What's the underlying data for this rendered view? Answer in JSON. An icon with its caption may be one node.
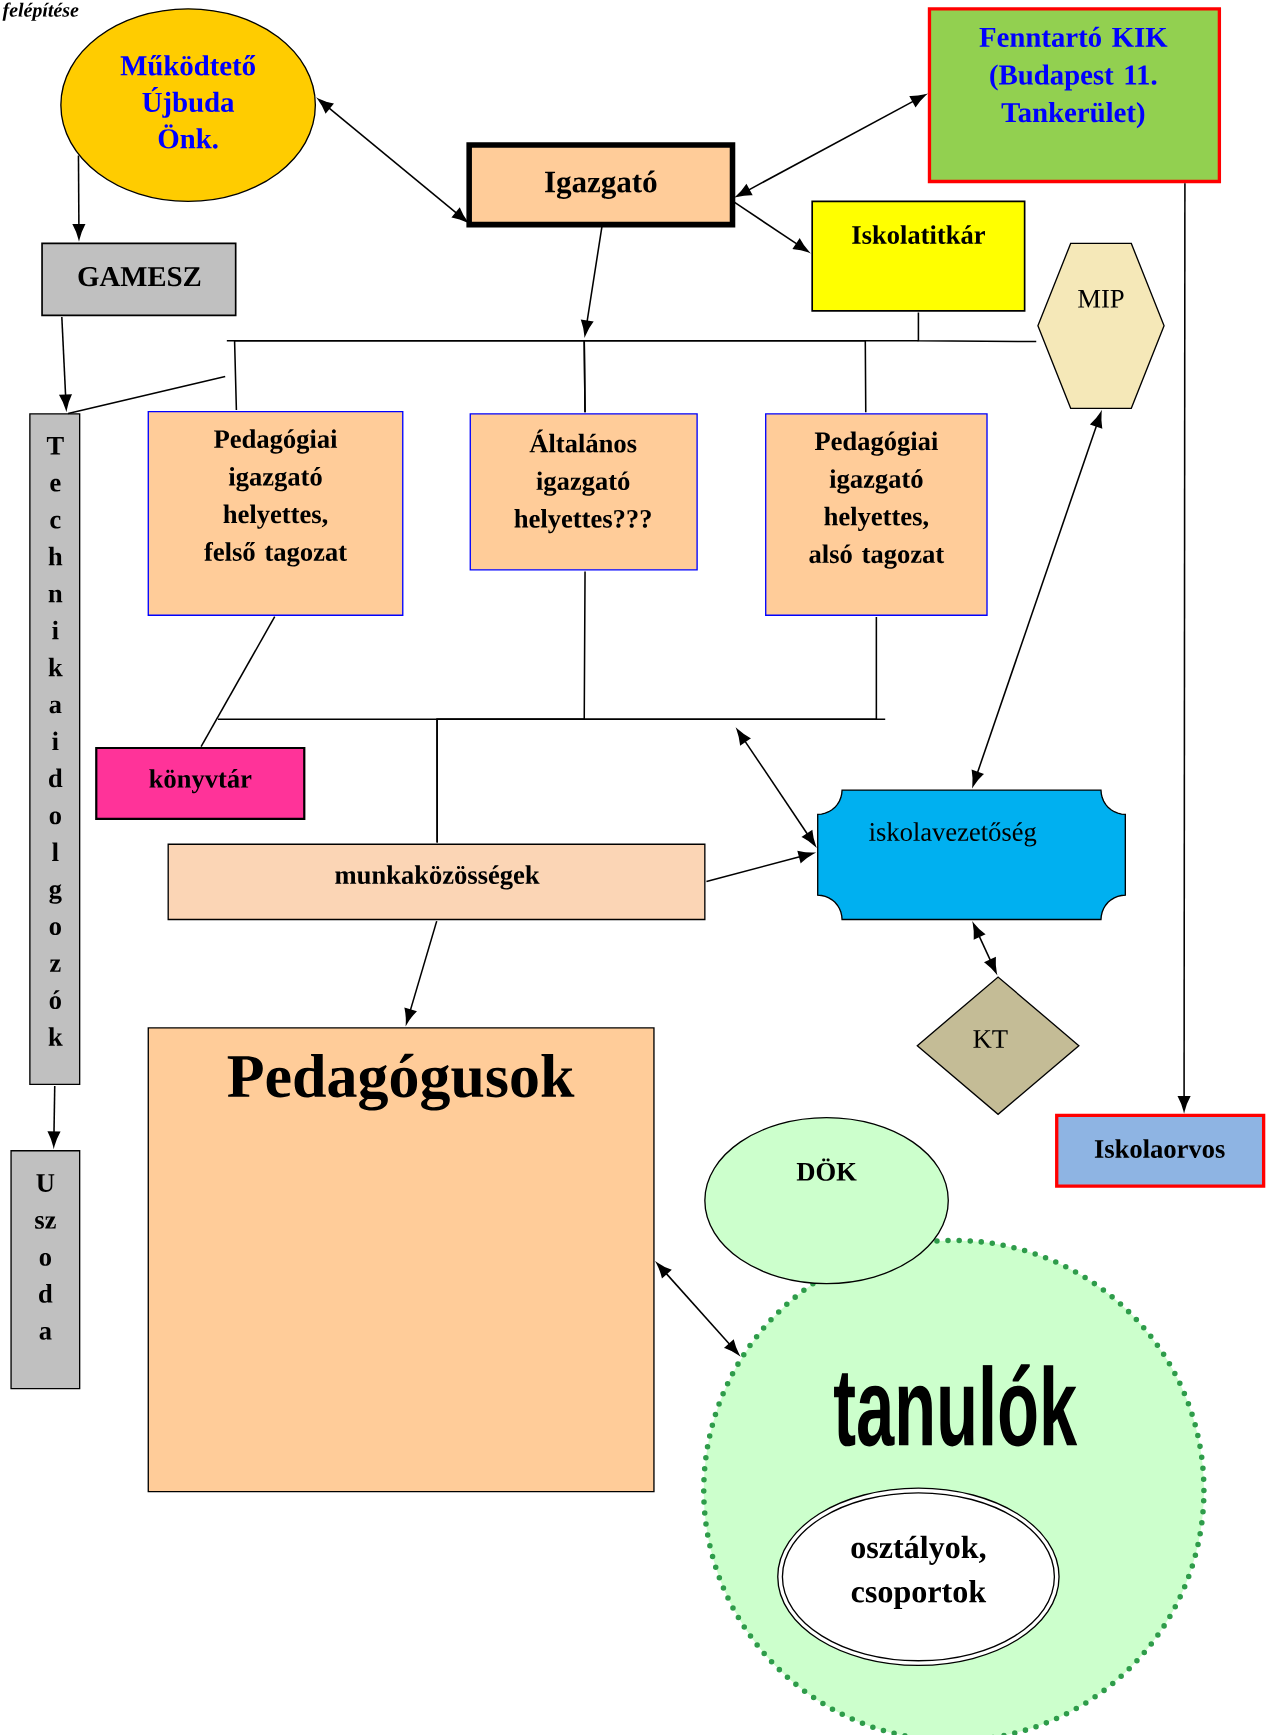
{
  "diagram": {
    "nodes": [
      {
        "text": [
          "Működtető Újbuda Önk."
        ]
      },
      {
        "text": [
          "Fenntartó KIK (Budapest 11. Tankerület)"
        ]
      },
      {
        "text": [
          "Igazgató"
        ]
      },
      {
        "text": [
          "GAMESZ"
        ]
      },
      {
        "text": [
          "Iskolatitkár"
        ]
      },
      {
        "text": [
          "MIP"
        ]
      },
      {
        "text": [
          "Technikai dolgozók"
        ]
      },
      {
        "text": [
          "Uszoda"
        ]
      },
      {
        "text": [
          "Pedagógiai igazgató helyettes, felső tagozat"
        ]
      },
      {
        "text": [
          "Általános igazgató helyettes???"
        ]
      },
      {
        "text": [
          "Pedagógiai igazgató helyettes, alsó tagozat"
        ]
      },
      {
        "text": [
          "könyvtár"
        ]
      },
      {
        "text": [
          "iskolavezetőség"
        ]
      },
      {
        "text": [
          "munkaközösségek"
        ]
      },
      {
        "text": [
          "KT"
        ]
      },
      {
        "text": [
          "Pedagógusok"
        ]
      },
      {
        "text": [
          "Iskolaorvos"
        ]
      },
      {
        "text": [
          "DÖK"
        ]
      },
      {
        "text": [
          "tanulók"
        ]
      },
      {
        "text": [
          "osztályok, csoportok"
        ],
        "in": 18
      }
    ],
    "edges": [
      {
        "from": 0,
        "to": 2,
        "arrow": "both"
      },
      {
        "from": 1,
        "to": 2,
        "arrow": "both"
      },
      {
        "from": 2,
        "to": 4,
        "arrow": "to"
      },
      {
        "from": 2,
        "to": null,
        "arrow": "to"
      },
      {
        "from": 8,
        "to": 9,
        "arrow": "none"
      },
      {
        "from": 9,
        "to": 10,
        "arrow": "none"
      },
      {
        "from": 4,
        "to": 5,
        "arrow": "none"
      },
      {
        "from": 0,
        "to": 3,
        "arrow": "to"
      },
      {
        "from": 3,
        "to": 6,
        "arrow": "to"
      },
      {
        "from": 6,
        "to": null,
        "arrow": "none"
      },
      {
        "from": 1,
        "to": 16,
        "arrow": "to"
      },
      {
        "from": 6,
        "to": 7,
        "arrow": "to"
      },
      {
        "from": 5,
        "to": 12,
        "arrow": "both"
      },
      {
        "from": 8,
        "to": 11,
        "arrow": "none"
      },
      {
        "from": 9,
        "to": 13,
        "arrow": "none"
      },
      {
        "from": 10,
        "to": 13,
        "arrow": "none"
      },
      {
        "from": null,
        "to": 12,
        "arrow": "both"
      },
      {
        "from": 13,
        "to": 12,
        "arrow": "to"
      },
      {
        "from": 13,
        "to": 15,
        "arrow": "to"
      },
      {
        "from": 12,
        "to": 14,
        "arrow": "both"
      },
      {
        "from": 15,
        "to": 18,
        "arrow": "both"
      }
    ],
    "labels": [
      "felépítése"
    ]
  }
}
